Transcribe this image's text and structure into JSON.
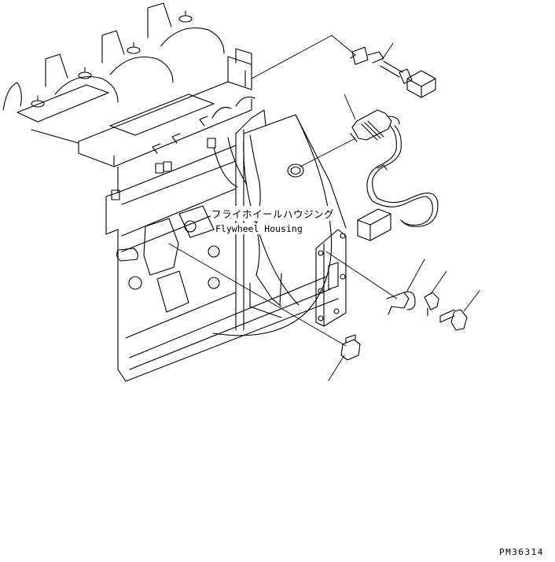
{
  "labels": {
    "housing_jp": "フライホイールハウジング",
    "housing_en": "Flywheel Housing"
  },
  "drawing_number": "PM36314"
}
